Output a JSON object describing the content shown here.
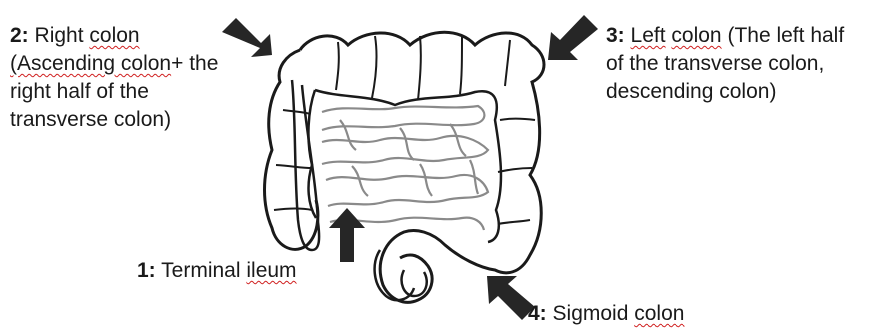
{
  "labels": {
    "right_colon": {
      "number": "2:",
      "name": "Right",
      "name_underlined": "colon",
      "line2_underlined": "(Ascending colon",
      "line2_rest": "+ the",
      "line3": "right half of the",
      "line4": "transverse colon)"
    },
    "left_colon": {
      "number": "3:",
      "name_underlined_1": "Left",
      "name_underlined_2": "colon",
      "line1_rest": "(The left half",
      "line2": "of the transverse colon,",
      "line3": "descending colon)"
    },
    "terminal_ileum": {
      "number": "1:",
      "name": "Terminal",
      "name_underlined": "ileum"
    },
    "sigmoid_colon": {
      "number": "4:",
      "name": "Sigmoid",
      "name_underlined": "colon"
    }
  },
  "colors": {
    "outline": "#1a1a1a",
    "small_intestine": "#8a8a8a",
    "arrow": "#262626",
    "spellcheck_underline": "#d02020"
  }
}
